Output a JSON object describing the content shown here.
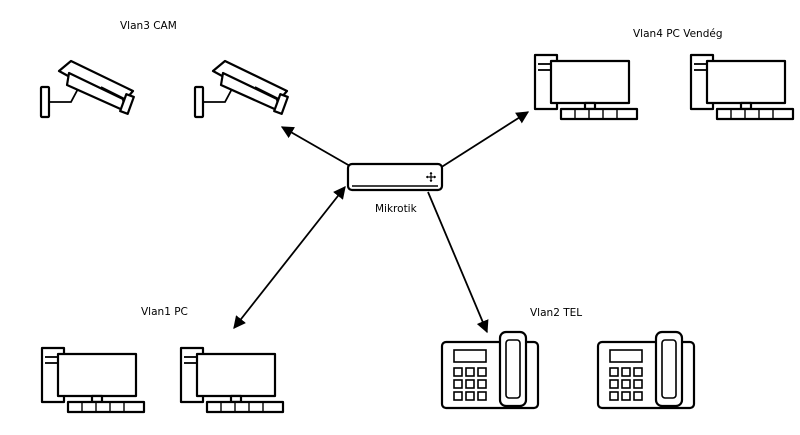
{
  "labels": {
    "router": "Mikrotik",
    "cam": "Vlan3 CAM",
    "guest_pc": "Vlan4 PC Vendég",
    "pc": "Vlan1 PC",
    "tel": "Vlan2 TEL"
  },
  "nodes": {
    "router": {
      "icon": "router-icon"
    },
    "cameras": {
      "icon": "security-camera-icon",
      "count": 2
    },
    "guest_pcs": {
      "icon": "desktop-computer-icon",
      "count": 2
    },
    "pcs": {
      "icon": "desktop-computer-icon",
      "count": 2
    },
    "phones": {
      "icon": "desk-phone-icon",
      "count": 2
    }
  },
  "edges": [
    {
      "from": "Mikrotik",
      "to": "Vlan3 CAM",
      "direction": "one-way"
    },
    {
      "from": "Mikrotik",
      "to": "Vlan4 PC Vendég",
      "direction": "one-way"
    },
    {
      "from": "Mikrotik",
      "to": "Vlan1 PC",
      "direction": "two-way"
    },
    {
      "from": "Mikrotik",
      "to": "Vlan2 TEL",
      "direction": "one-way"
    }
  ]
}
